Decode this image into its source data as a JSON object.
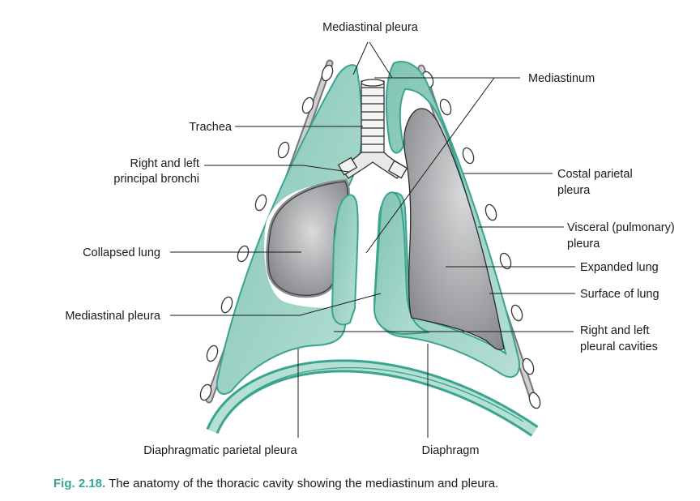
{
  "labels": {
    "mediastinal_pleura_top": "Mediastinal pleura",
    "mediastinum": "Mediastinum",
    "trachea": "Trachea",
    "bronchi_line1": "Right and left",
    "bronchi_line2": "principal bronchi",
    "costal_line1": "Costal parietal",
    "costal_line2": "pleura",
    "visceral_line1": "Visceral (pulmonary)",
    "visceral_line2": "pleura",
    "collapsed_lung": "Collapsed lung",
    "expanded_lung": "Expanded lung",
    "surface_of_lung": "Surface of lung",
    "mediastinal_pleura_left": "Mediastinal pleura",
    "cavities_line1": "Right and left",
    "cavities_line2": "pleural cavities",
    "diaphragmatic": "Diaphragmatic parietal pleura",
    "diaphragm": "Diaphragm"
  },
  "caption": {
    "number": "Fig. 2.18.",
    "text": "The anatomy of the thoracic cavity showing the mediastinum and pleura."
  },
  "colors": {
    "pleura_fill": "#9fd3c5",
    "pleura_stroke": "#3aa58f",
    "lung_dark": "#8f9093",
    "lung_light": "#d4d5d7",
    "caption_accent": "#3aa58f"
  }
}
